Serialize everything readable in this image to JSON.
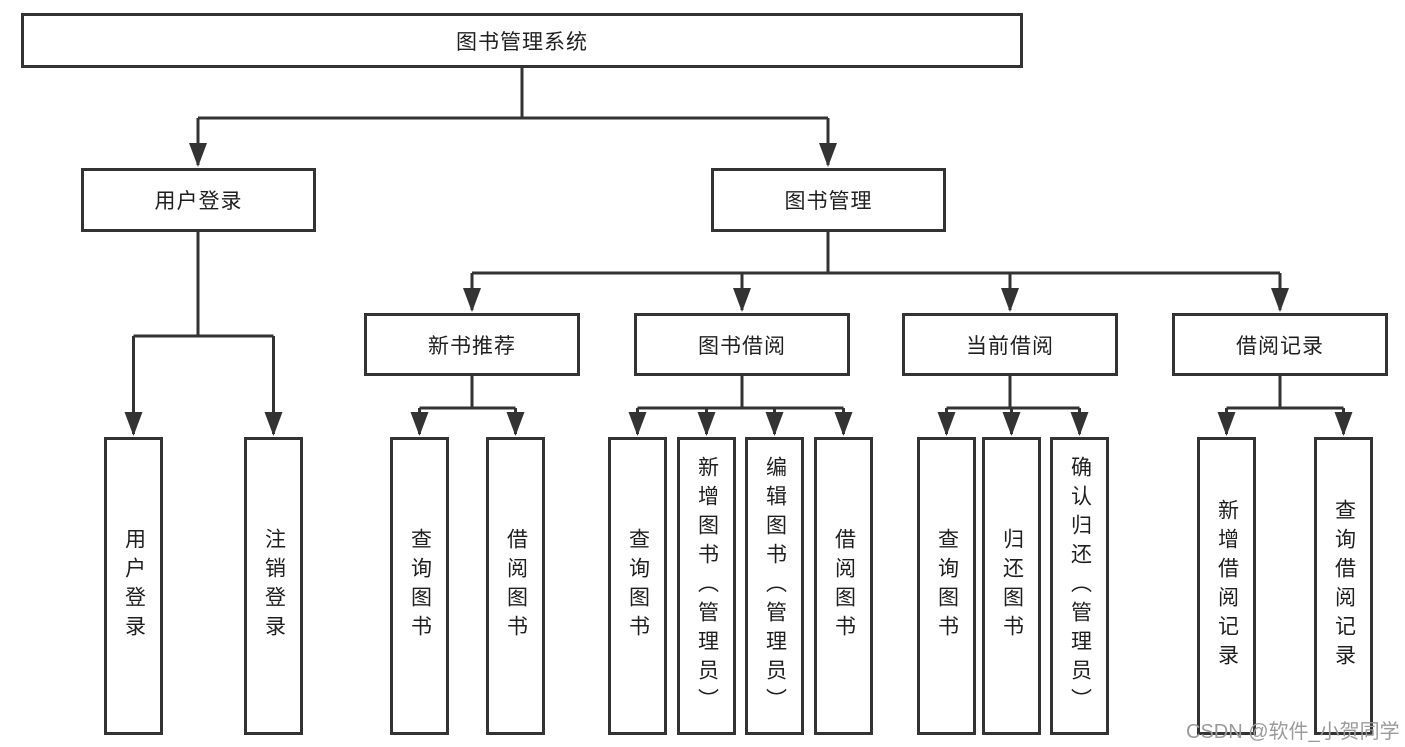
{
  "colors": {
    "background": "#ffffff",
    "line": "#333333",
    "box_border": "#333333",
    "text": "#1f1f1f",
    "watermark": "#9b9b9b"
  },
  "tree": {
    "root": "图书管理系统",
    "children": [
      {
        "label": "用户登录",
        "leaves": [
          "用户登录",
          "注销登录"
        ]
      },
      {
        "label": "图书管理",
        "children": [
          {
            "label": "新书推荐",
            "leaves": [
              "查询图书",
              "借阅图书"
            ]
          },
          {
            "label": "图书借阅",
            "leaves": [
              "查询图书",
              "新增图书（管理员）",
              "编辑图书（管理员）",
              "借阅图书"
            ]
          },
          {
            "label": "当前借阅",
            "leaves": [
              "查询图书",
              "归还图书",
              "确认归还（管理员）"
            ]
          },
          {
            "label": "借阅记录",
            "leaves": [
              "新增借阅记录",
              "查询借阅记录"
            ]
          }
        ]
      }
    ]
  },
  "watermark": {
    "text": "CSDN @软件_小贺同学"
  }
}
